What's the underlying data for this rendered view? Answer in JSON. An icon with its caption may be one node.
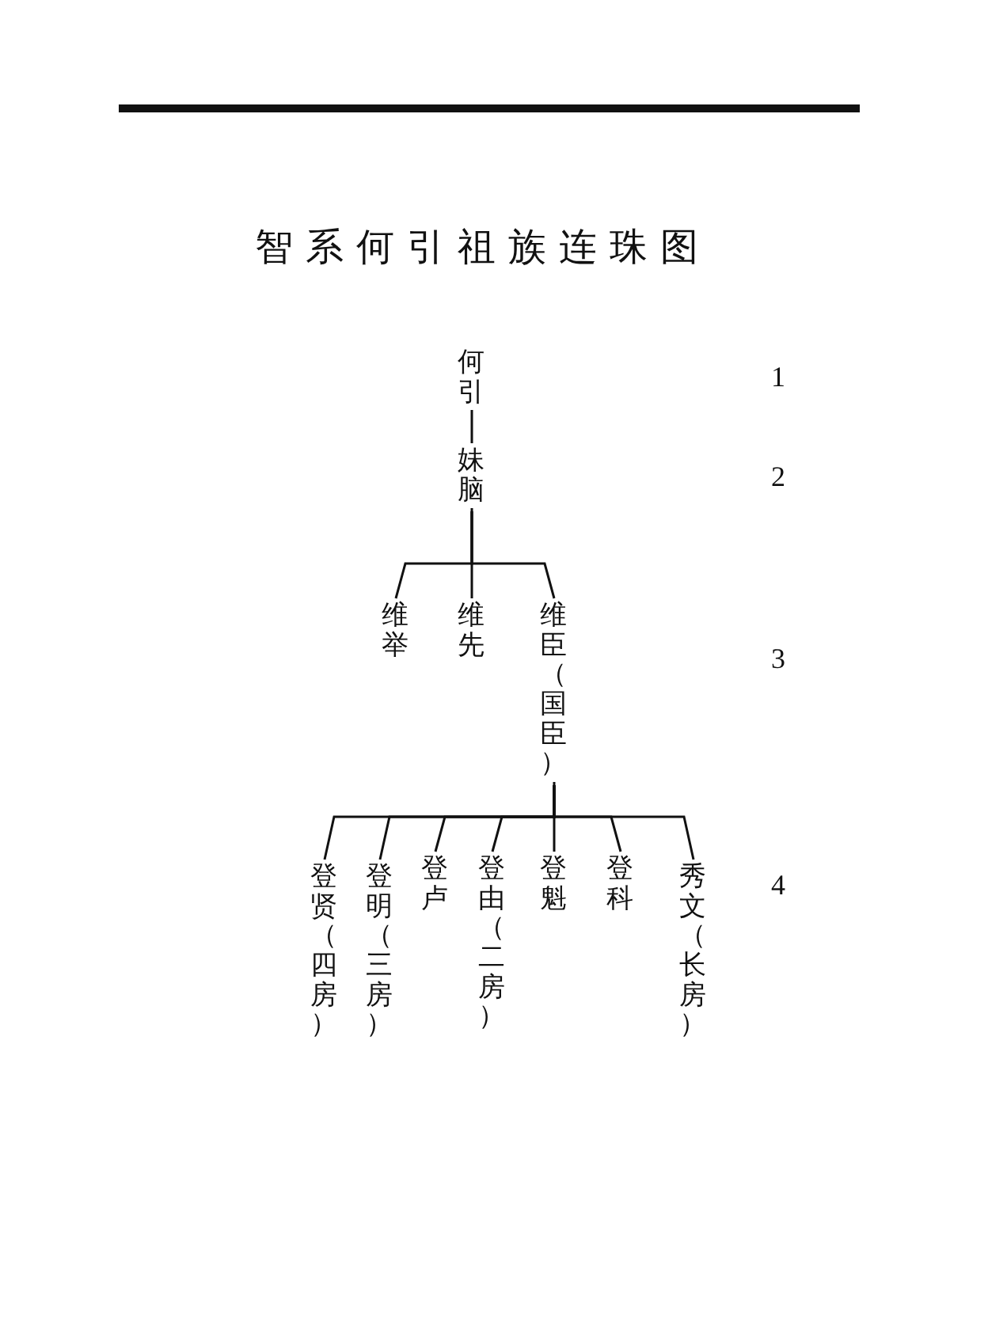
{
  "diagram": {
    "title": "智系何引祖族连珠图",
    "nodes": [
      {
        "text": [
          "何引"
        ]
      },
      {
        "text": [
          "妹脑"
        ]
      },
      {
        "text": [
          "维举"
        ]
      },
      {
        "text": [
          "维先"
        ]
      },
      {
        "text": [
          "维臣（国臣）"
        ]
      },
      {
        "text": [
          "登贤（四房）"
        ]
      },
      {
        "text": [
          "登明（三房）"
        ]
      },
      {
        "text": [
          "登卢"
        ]
      },
      {
        "text": [
          "登由（二房）"
        ]
      },
      {
        "text": [
          "登魁"
        ]
      },
      {
        "text": [
          "登科"
        ]
      },
      {
        "text": [
          "秀文（长房）"
        ]
      }
    ],
    "edges": [
      {
        "from": 0,
        "to": 1,
        "arrow": "none"
      },
      {
        "from": 1,
        "to": 2,
        "arrow": "none"
      },
      {
        "from": 1,
        "to": 3,
        "arrow": "none"
      },
      {
        "from": 1,
        "to": 4,
        "arrow": "none"
      },
      {
        "from": 4,
        "to": 5,
        "arrow": "none"
      },
      {
        "from": 4,
        "to": 6,
        "arrow": "none"
      },
      {
        "from": 4,
        "to": 7,
        "arrow": "none"
      },
      {
        "from": 4,
        "to": 8,
        "arrow": "none"
      },
      {
        "from": 4,
        "to": 9,
        "arrow": "none"
      },
      {
        "from": 4,
        "to": 10,
        "arrow": "none"
      },
      {
        "from": 4,
        "to": 11,
        "arrow": "none"
      }
    ],
    "labels": [
      "1",
      "2",
      "3",
      "4"
    ]
  }
}
